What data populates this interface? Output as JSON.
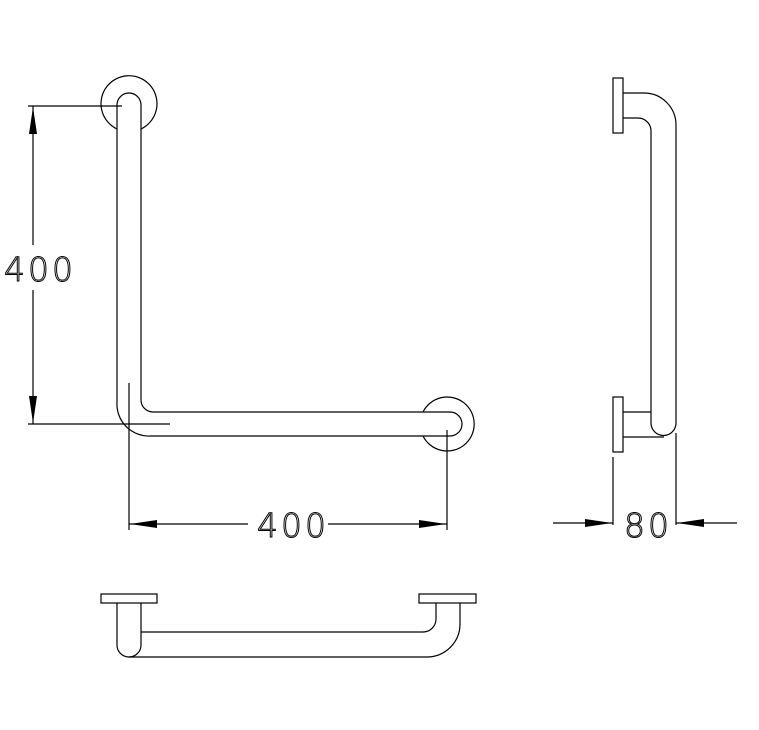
{
  "drawing": {
    "front_view": {
      "height_dimension": "400",
      "width_dimension": "400"
    },
    "side_view": {
      "depth_dimension": "80"
    },
    "colors": {
      "line": "#000000",
      "background": "#ffffff"
    }
  }
}
